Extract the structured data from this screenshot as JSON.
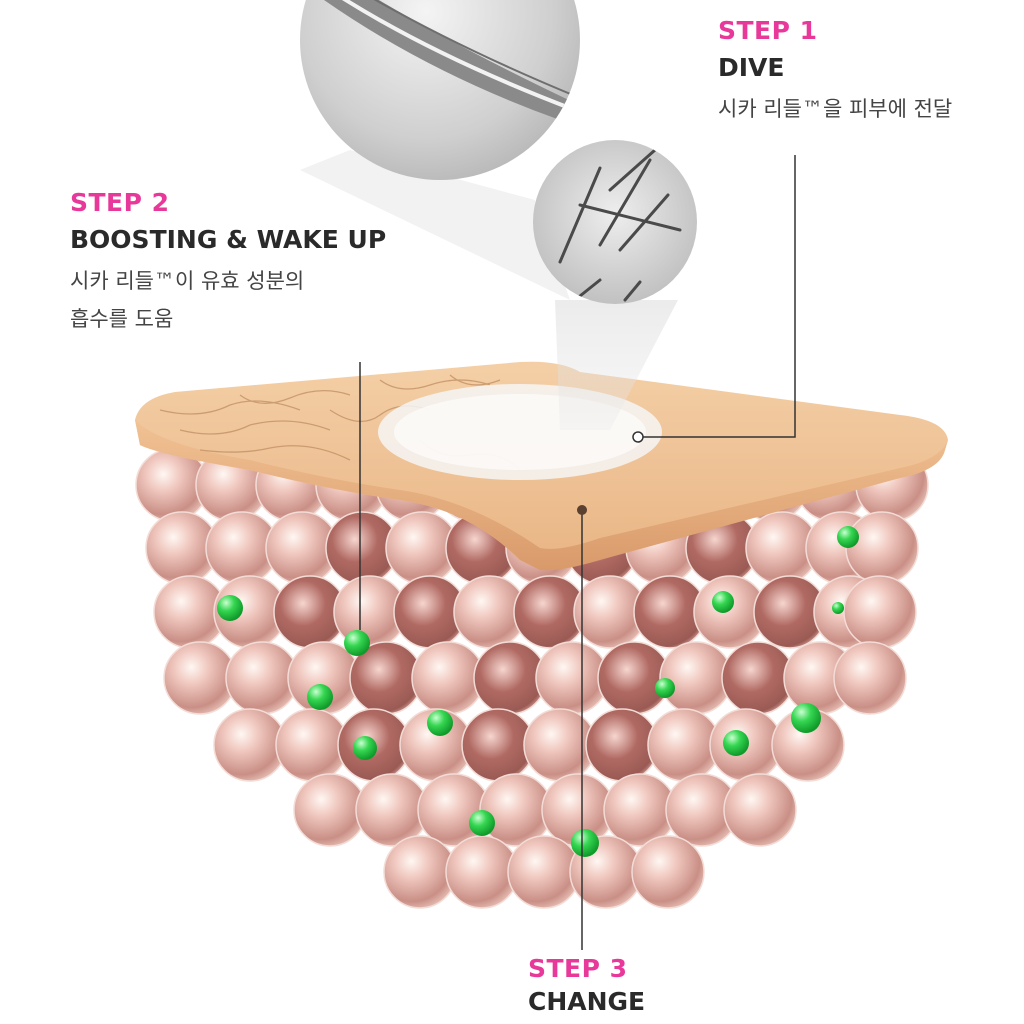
{
  "colors": {
    "step_accent": "#e8399a",
    "skin": "#f2c79a",
    "cell": "#d9a39a",
    "nutrient": "#2ec94a",
    "leader_line": "#333333"
  },
  "steps": [
    {
      "step": "STEP 1",
      "title": "DIVE",
      "desc": [
        "시카 리들™을 피부에 전달"
      ]
    },
    {
      "step": "STEP 2",
      "title": "BOOSTING & WAKE UP",
      "desc": [
        "시카 리들™이 유효 성분의",
        "흡수를 도움"
      ]
    },
    {
      "step": "STEP 3",
      "title": "CHANGE",
      "desc": []
    }
  ]
}
